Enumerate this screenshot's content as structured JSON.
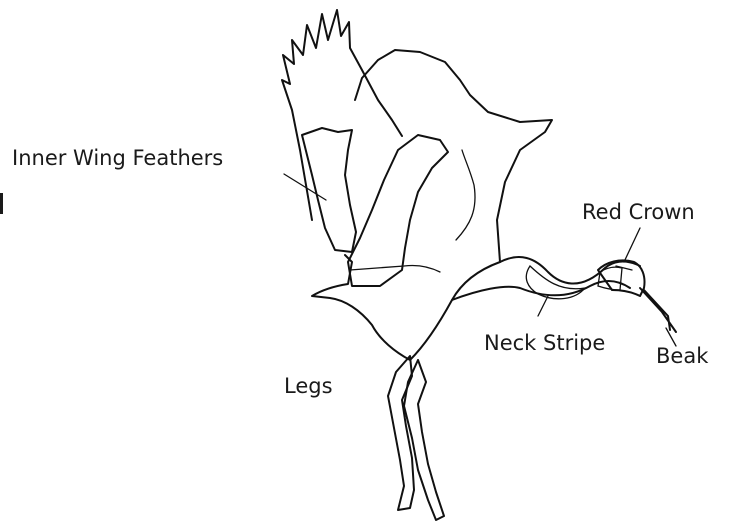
{
  "diagram": {
    "labels": {
      "inner_wing_feathers": "Inner Wing Feathers",
      "red_crown": "Red Crown",
      "neck_stripe": "Neck Stripe",
      "beak": "Beak",
      "legs": "Legs"
    },
    "colors": {
      "ink": "#111111",
      "background": "#ffffff"
    }
  }
}
